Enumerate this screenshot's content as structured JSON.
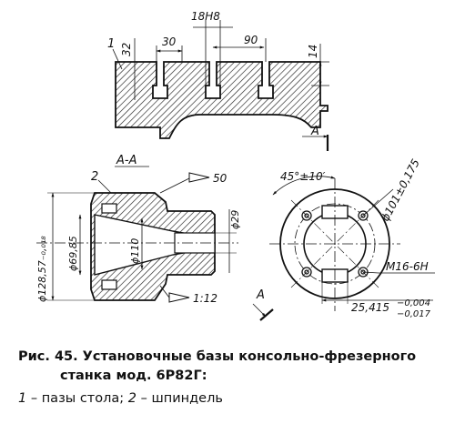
{
  "caption": {
    "line1": "Рис. 45. Установочные базы консольно-фрезерного",
    "line2": "станка мод. 6Р82Г:",
    "legend_1_num": "1",
    "legend_1_text": " – пазы стола; ",
    "legend_2_num": "2",
    "legend_2_text": " – шпиндель"
  },
  "table_view": {
    "callout": "1",
    "dim_height": "32",
    "dim_slot_width": "30",
    "dim_slot_fit": "18H8",
    "dim_pitch": "90",
    "dim_right": "14",
    "section_marker": "A"
  },
  "section_view": {
    "title": "А-А",
    "callout": "2",
    "dim_outer_dia": "ϕ128,57₋₀,₀₁₈",
    "dim_dia_69": "ϕ69,85",
    "dim_dia_110": "ϕ110",
    "dim_dia_29": "ϕ29",
    "roughness_50": "50",
    "taper": "1:12",
    "view_marker": "А"
  },
  "end_view": {
    "angle": "45°±10′",
    "bolt_circle": "ϕ101±0,175",
    "thread": "M16-6H",
    "slot_width": "25,415",
    "slot_tol_upper": "−0,004",
    "slot_tol_lower": "−0,017"
  }
}
